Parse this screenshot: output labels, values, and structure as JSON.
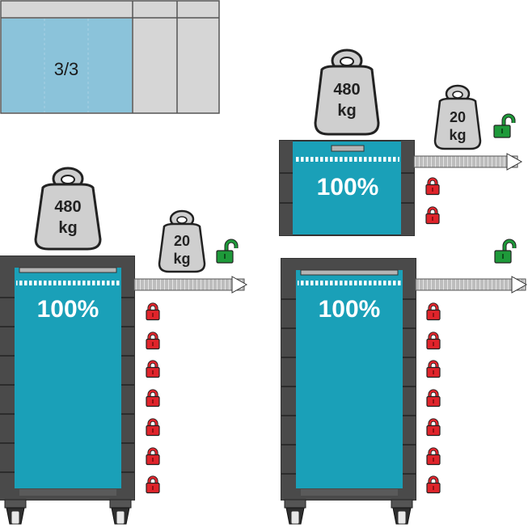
{
  "compartment_diagram": {
    "label": "3/3"
  },
  "cabinets": {
    "top_right": {
      "top_weight": {
        "value": "480",
        "unit": "kg"
      },
      "drawer_weight": {
        "value": "20",
        "unit": "kg"
      },
      "extension": "100%"
    },
    "bottom_left": {
      "top_weight": {
        "value": "480",
        "unit": "kg"
      },
      "drawer_weight": {
        "value": "20",
        "unit": "kg"
      },
      "extension": "100%"
    },
    "bottom_right": {
      "extension": "100%"
    }
  },
  "colors": {
    "drawer_teal": "#1aa0b8",
    "frame_dark": "#4a4a4a",
    "weight_grey": "#cfcfcf",
    "lock_red": "#e0242b",
    "lock_green": "#1e9a3a",
    "compartment_blue": "#8bc3da"
  },
  "icons": [
    "weight-icon",
    "padlock-closed-icon",
    "padlock-open-icon",
    "caster-wheel-icon",
    "drawer-slide-arrow-icon"
  ]
}
